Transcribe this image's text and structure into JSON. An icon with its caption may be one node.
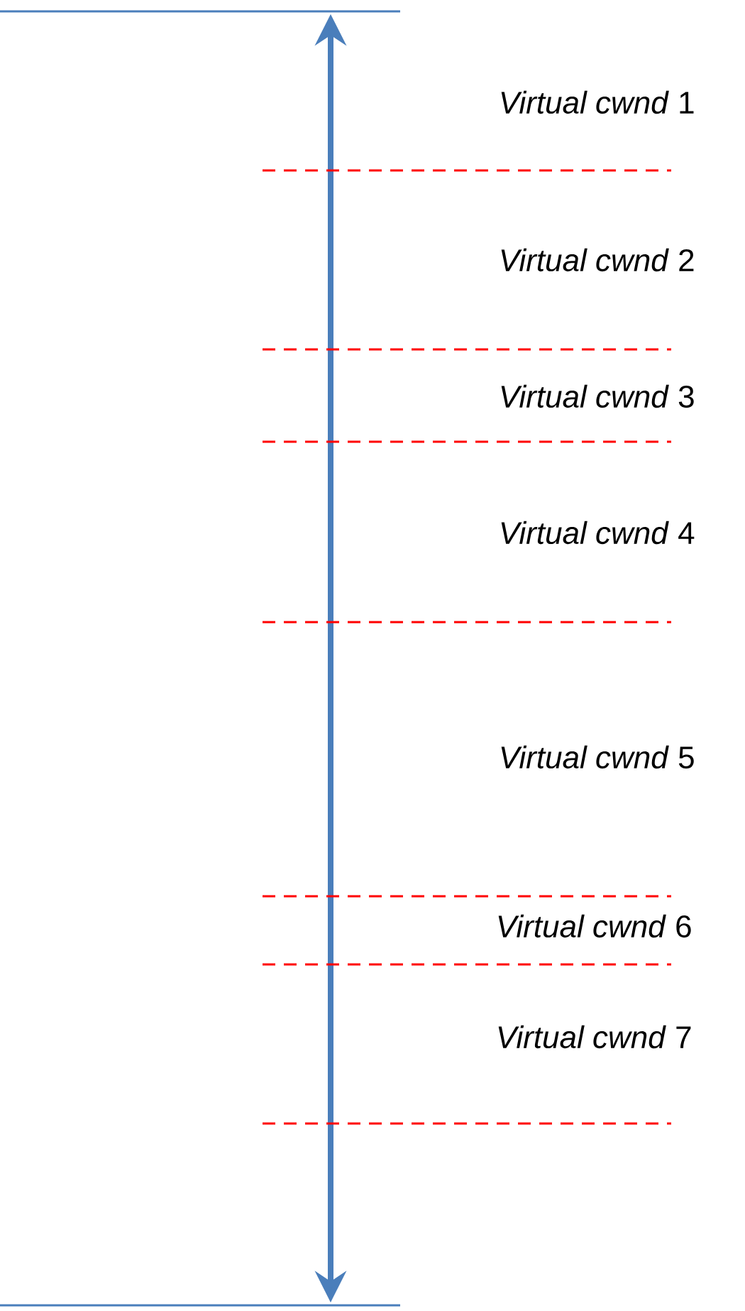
{
  "diagram": {
    "labels": [
      "*Virtual cwnd* 1",
      "*Virtual cwnd* 2",
      "*Virtual cwnd* 3",
      "*Virtual cwnd* 4",
      "*Virtual cwnd* 5",
      "*Virtual cwnd* 6",
      "*Virtual cwnd* 7"
    ]
  }
}
